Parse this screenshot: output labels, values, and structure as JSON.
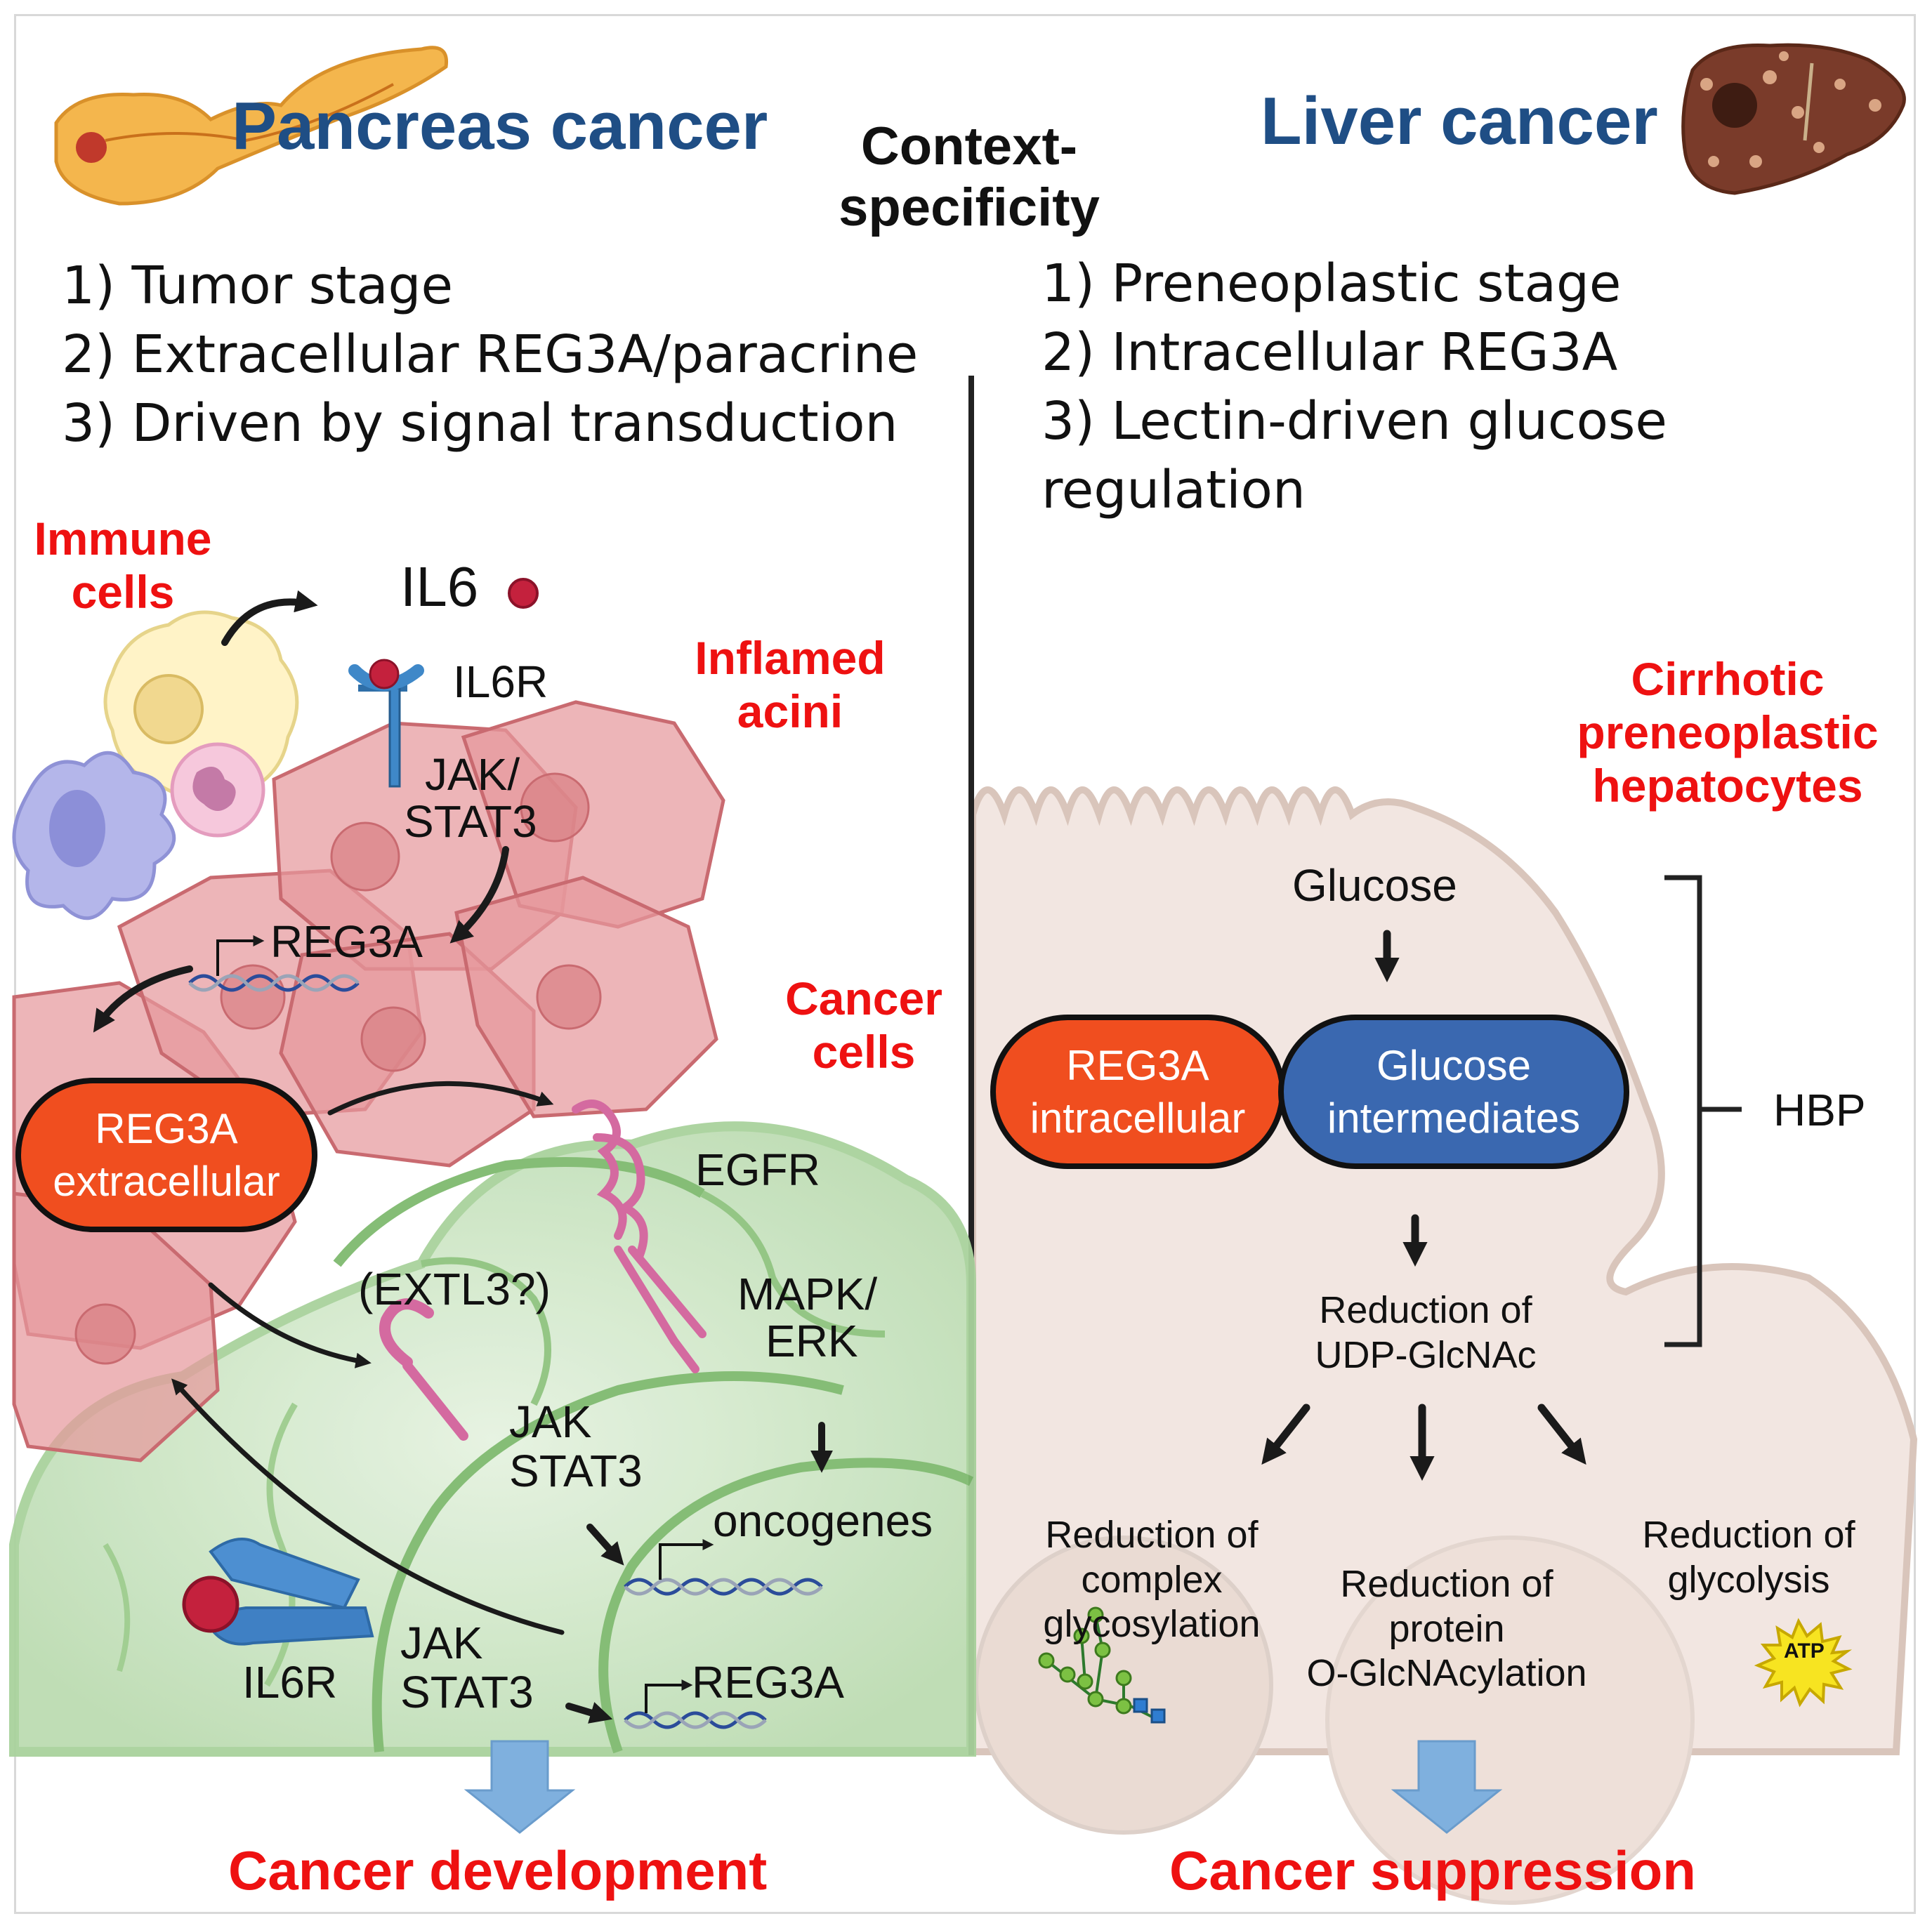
{
  "left_panel": {
    "title": "Pancreas cancer",
    "points": [
      "1) Tumor stage",
      "2) Extracellular REG3A/paracrine",
      "3) Driven by signal transduction"
    ],
    "immune_cells": [
      "Immune",
      "cells"
    ],
    "inflamed_acini": [
      "Inflamed",
      "acini"
    ],
    "cancer_cells": [
      "Cancer",
      "cells"
    ],
    "il6": "IL6",
    "il6r_top": "IL6R",
    "jak_stat3_top": [
      "JAK/",
      "STAT3"
    ],
    "reg3a_gene_top": "REG3A",
    "reg3a_extracellular": [
      "REG3A",
      "extracellular"
    ],
    "egfr": "EGFR",
    "extl3": "(EXTL3?)",
    "mapk_erk": [
      "MAPK/",
      "ERK"
    ],
    "jak_stat3_mid": [
      "JAK",
      "STAT3"
    ],
    "oncogenes": "oncogenes",
    "il6r_bottom": "IL6R",
    "jak_stat3_bottom": [
      "JAK",
      "STAT3"
    ],
    "reg3a_gene_bottom": "REG3A",
    "outcome": "Cancer development"
  },
  "center": {
    "context": [
      "Context-",
      "specificity"
    ]
  },
  "right_panel": {
    "title": "Liver cancer",
    "points": [
      "1) Preneoplastic stage",
      "2) Intracellular REG3A",
      "3) Lectin-driven glucose",
      "regulation"
    ],
    "hepatocytes": [
      "Cirrhotic",
      "preneoplastic",
      "hepatocytes"
    ],
    "glucose": "Glucose",
    "reg3a_intracellular": [
      "REG3A",
      "intracellular"
    ],
    "glucose_intermediates": [
      "Glucose",
      "intermediates"
    ],
    "hbp": "HBP",
    "udp": [
      "Reduction of",
      "UDP-GlcNAc"
    ],
    "complex_glyco": [
      "Reduction of",
      "complex",
      "glycosylation"
    ],
    "o_glcnac": [
      "Reduction of",
      "protein",
      "O-GlcNAcylation"
    ],
    "glycolysis": [
      "Reduction of",
      "glycolysis"
    ],
    "atp": "ATP",
    "outcome": "Cancer suppression"
  },
  "colors": {
    "title_blue": "#1f4e85",
    "label_red": "#ee1111",
    "reg3a_orange": "#f04e1f",
    "glucose_blue": "#3a68b0",
    "acini_pink": "#e8a3a6",
    "cancer_green": "#cfe5c8",
    "hepatocyte_beige": "#f2e6e1",
    "arrow_blue": "#7fb0de"
  }
}
